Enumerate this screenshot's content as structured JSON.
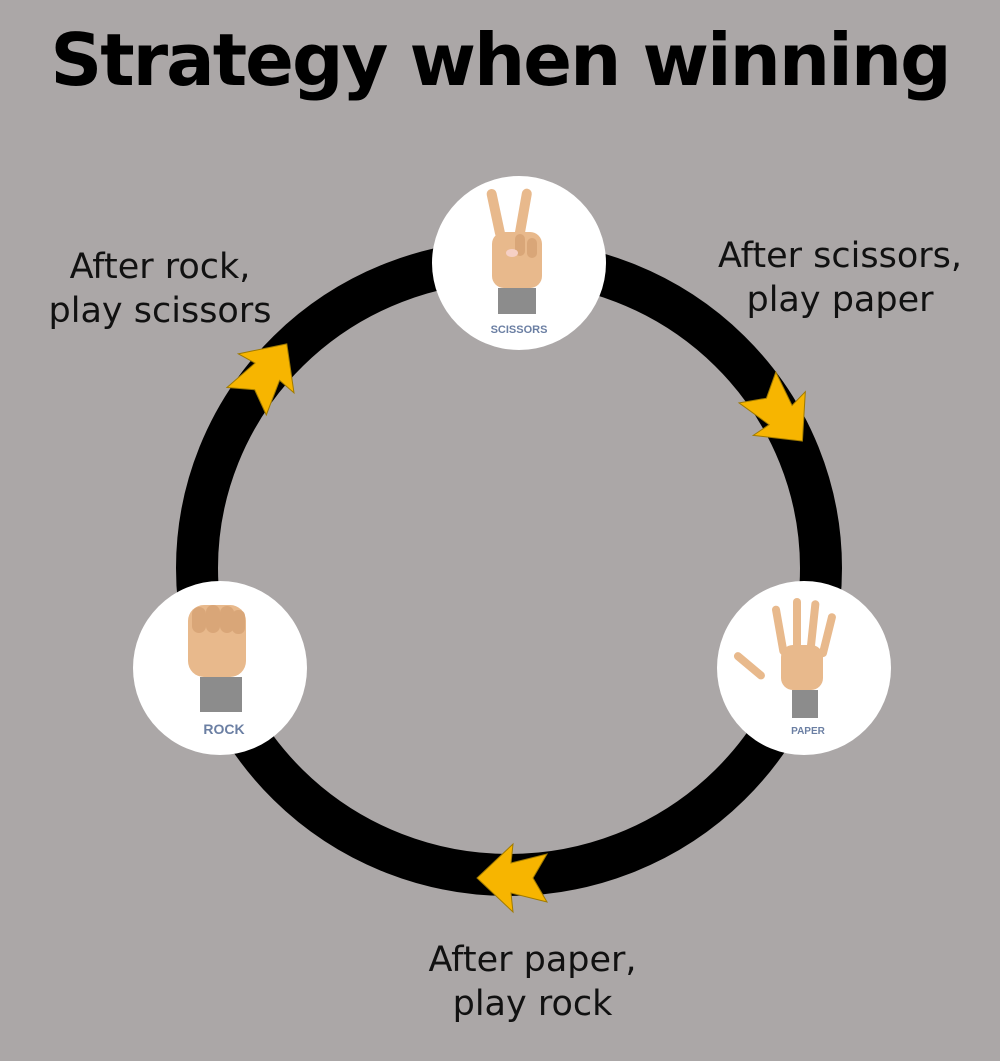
{
  "title": "Strategy when winning",
  "labels": {
    "rock_to_scissors": [
      "After rock,",
      "play scissors"
    ],
    "scissors_to_paper": [
      "After scissors,",
      "play paper"
    ],
    "paper_to_rock": [
      "After paper,",
      "play rock"
    ]
  },
  "nodes": {
    "scissors": "SCISSORS",
    "rock": "ROCK",
    "paper": "PAPER"
  },
  "colors": {
    "background": "#aba7a7",
    "ring": "#000000",
    "arrow": "#f7b500",
    "skin": "#e8b98c",
    "sleeve": "#8c8c8c"
  }
}
